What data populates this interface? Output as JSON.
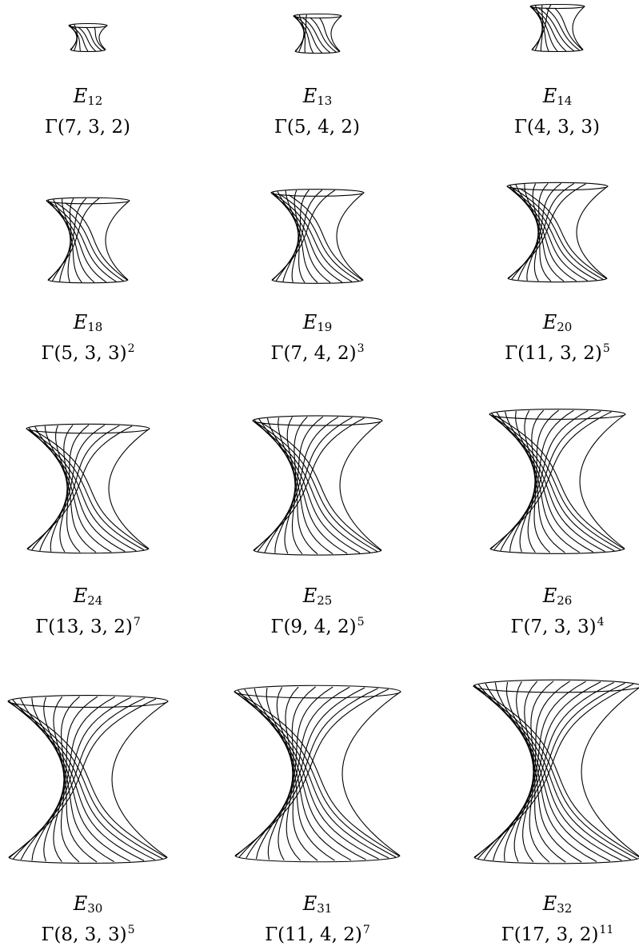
{
  "figures": [
    {
      "name": "E",
      "sub": "12",
      "group": "Γ(7, 3, 2)",
      "power": ""
    },
    {
      "name": "E",
      "sub": "13",
      "group": "Γ(5, 4, 2)",
      "power": ""
    },
    {
      "name": "E",
      "sub": "14",
      "group": "Γ(4, 3, 3)",
      "power": ""
    },
    {
      "name": "E",
      "sub": "18",
      "group": "Γ(5, 3, 3)",
      "power": "2"
    },
    {
      "name": "E",
      "sub": "19",
      "group": "Γ(7, 4, 2)",
      "power": "3"
    },
    {
      "name": "E",
      "sub": "20",
      "group": "Γ(11, 3, 2)",
      "power": "5"
    },
    {
      "name": "E",
      "sub": "24",
      "group": "Γ(13, 3, 2)",
      "power": "7"
    },
    {
      "name": "E",
      "sub": "25",
      "group": "Γ(9, 4, 2)",
      "power": "5"
    },
    {
      "name": "E",
      "sub": "26",
      "group": "Γ(7, 3, 3)",
      "power": "4"
    },
    {
      "name": "E",
      "sub": "30",
      "group": "Γ(8, 3, 3)",
      "power": "5"
    },
    {
      "name": "E",
      "sub": "31",
      "group": "Γ(11, 4, 2)",
      "power": "7"
    },
    {
      "name": "E",
      "sub": "32",
      "group": "Γ(17, 3, 2)",
      "power": "11"
    }
  ]
}
